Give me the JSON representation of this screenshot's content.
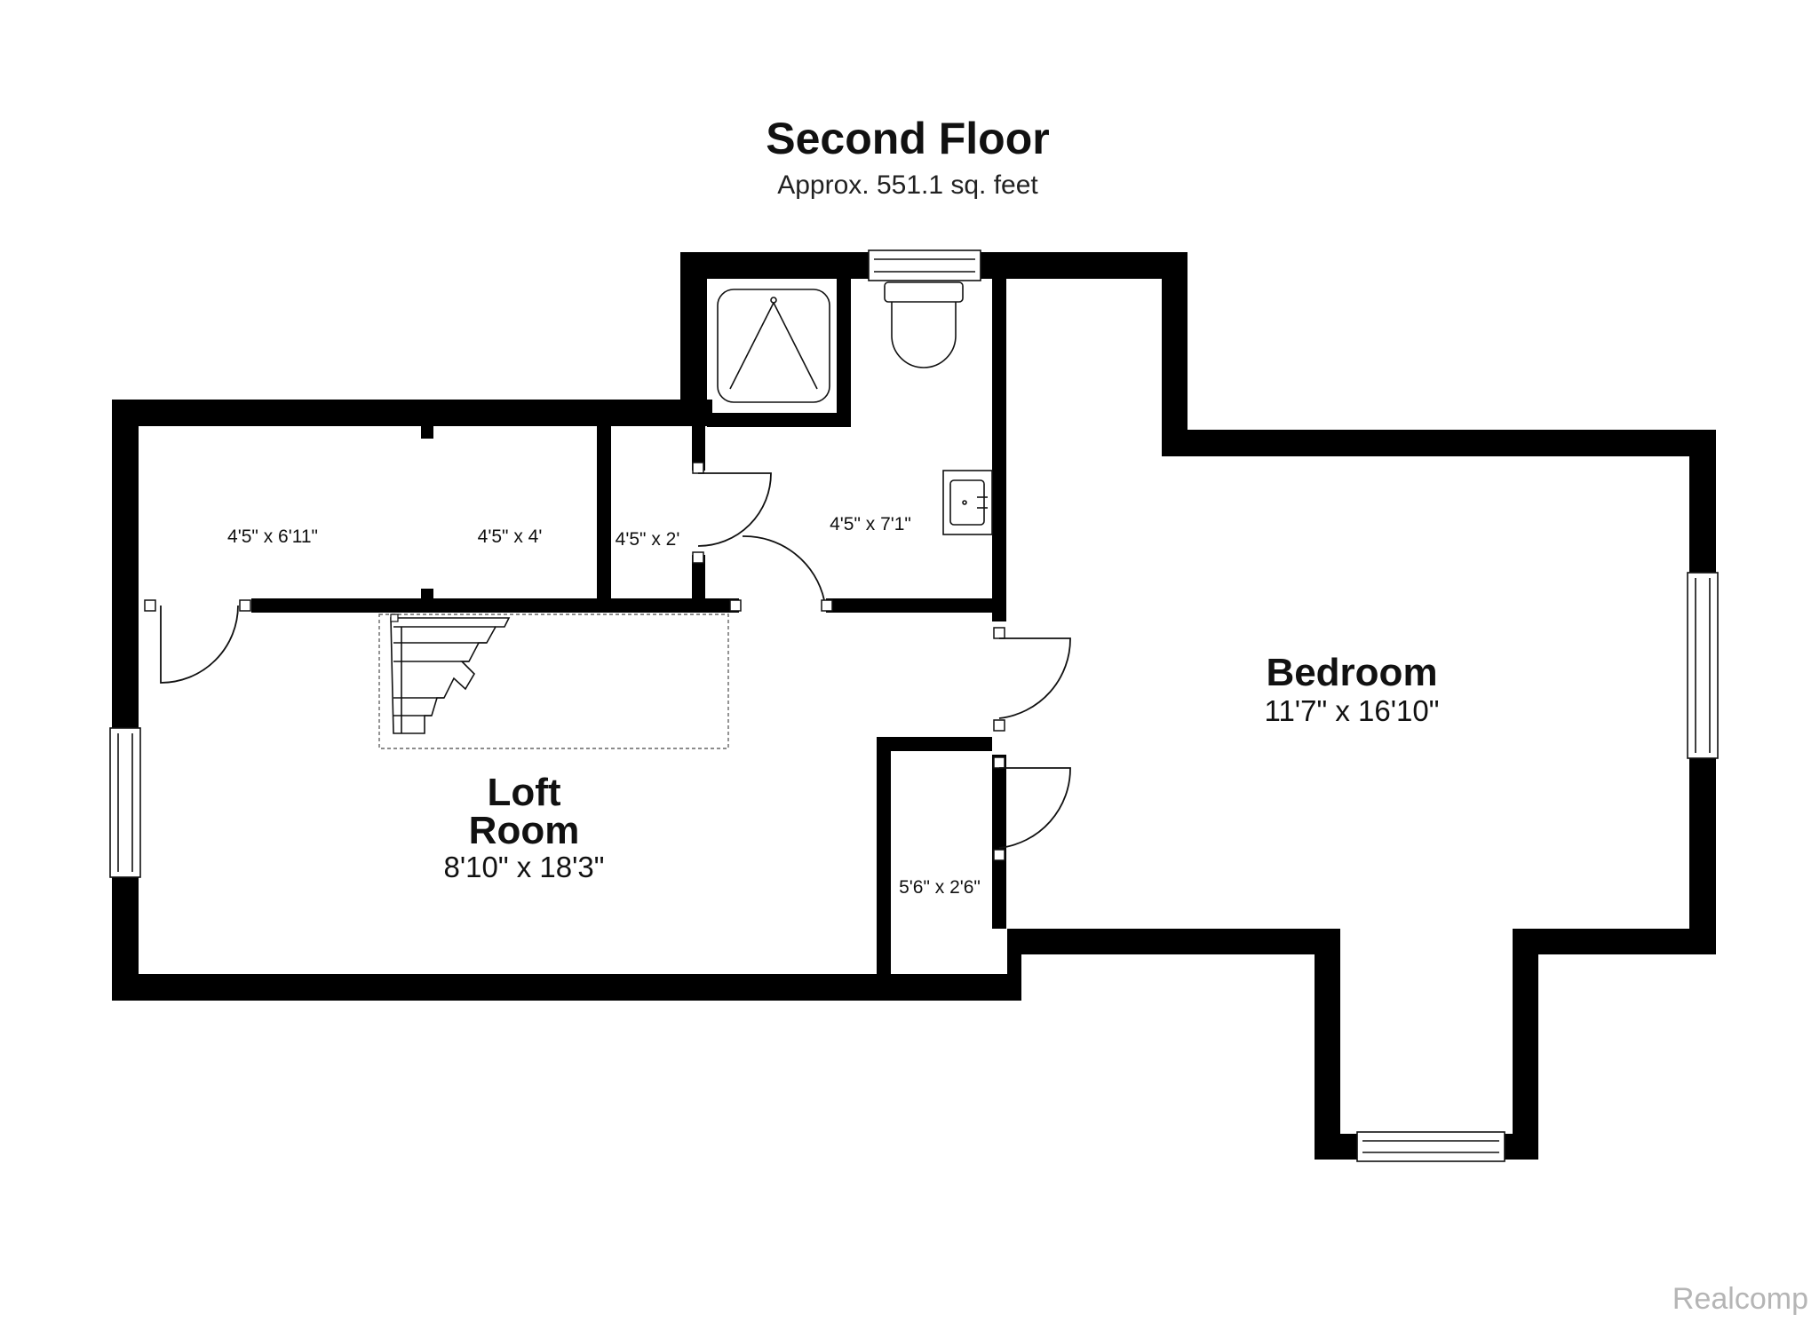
{
  "floor_title": "Second Floor",
  "floor_area": "Approx. 551.1 sq. feet",
  "rooms": {
    "bedroom": {
      "name": "Bedroom",
      "dims": "11'7\" x 16'10\""
    },
    "loft": {
      "name_line1": "Loft",
      "name_line2": "Room",
      "dims": "8'10\" x 18'3\""
    },
    "closet_left": {
      "dims": "4'5\" x 6'11\""
    },
    "closet_middle": {
      "dims": "4'5\" x 4'"
    },
    "closet_small": {
      "dims": "4'5\" x 2'"
    },
    "bathroom": {
      "dims": "4'5\" x 7'1\""
    },
    "closet_bedroom": {
      "dims": "5'6\" x 2'6\""
    }
  },
  "watermark": "Realcomp"
}
